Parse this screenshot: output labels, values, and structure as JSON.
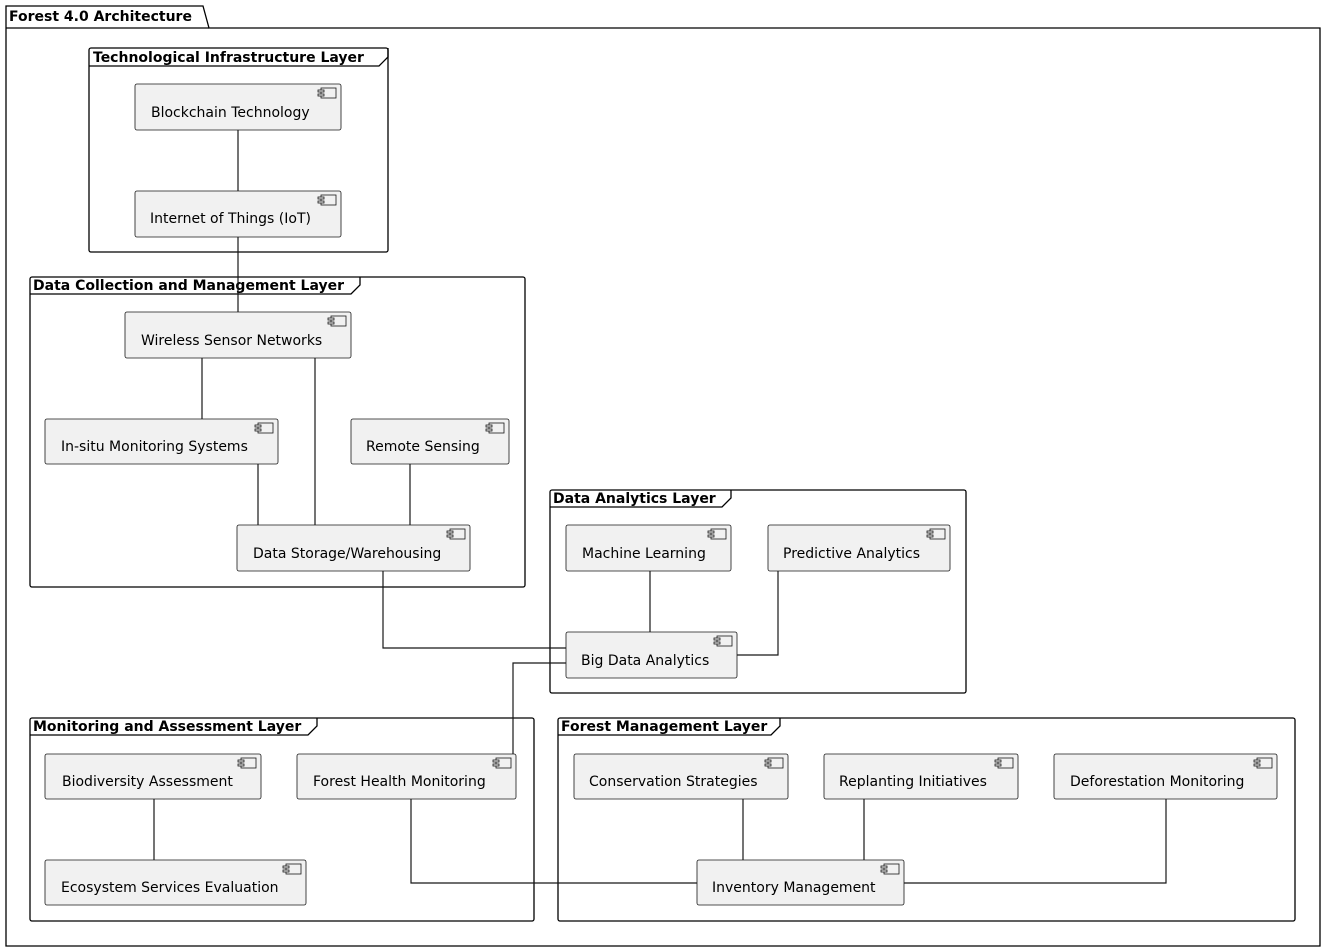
{
  "diagram": {
    "title": "Forest 4.0 Architecture",
    "layers": {
      "tech": "Technological Infrastructure Layer",
      "data": "Data Collection and Management Layer",
      "analytics": "Data Analytics Layer",
      "monitor": "Monitoring and Assessment Layer",
      "forest": "Forest Management Layer"
    },
    "components": {
      "blockchain": "Blockchain Technology",
      "iot": "Internet of Things (IoT)",
      "wsn": "Wireless Sensor Networks",
      "insitu": "In-situ Monitoring Systems",
      "remote": "Remote Sensing",
      "storage": "Data Storage/Warehousing",
      "ml": "Machine Learning",
      "predictive": "Predictive Analytics",
      "bigdata": "Big Data Analytics",
      "biodiversity": "Biodiversity Assessment",
      "health": "Forest Health Monitoring",
      "ecosystem": "Ecosystem Services Evaluation",
      "conservation": "Conservation Strategies",
      "replanting": "Replanting Initiatives",
      "deforestation": "Deforestation Monitoring",
      "inventory": "Inventory Management"
    },
    "connections": [
      [
        "blockchain",
        "iot"
      ],
      [
        "iot",
        "wsn"
      ],
      [
        "wsn",
        "insitu"
      ],
      [
        "wsn",
        "storage"
      ],
      [
        "insitu",
        "storage"
      ],
      [
        "remote",
        "storage"
      ],
      [
        "storage",
        "bigdata"
      ],
      [
        "ml",
        "bigdata"
      ],
      [
        "predictive",
        "bigdata"
      ],
      [
        "bigdata",
        "health"
      ],
      [
        "biodiversity",
        "ecosystem"
      ],
      [
        "health",
        "inventory"
      ],
      [
        "conservation",
        "inventory"
      ],
      [
        "replanting",
        "inventory"
      ],
      [
        "deforestation",
        "inventory"
      ]
    ]
  }
}
